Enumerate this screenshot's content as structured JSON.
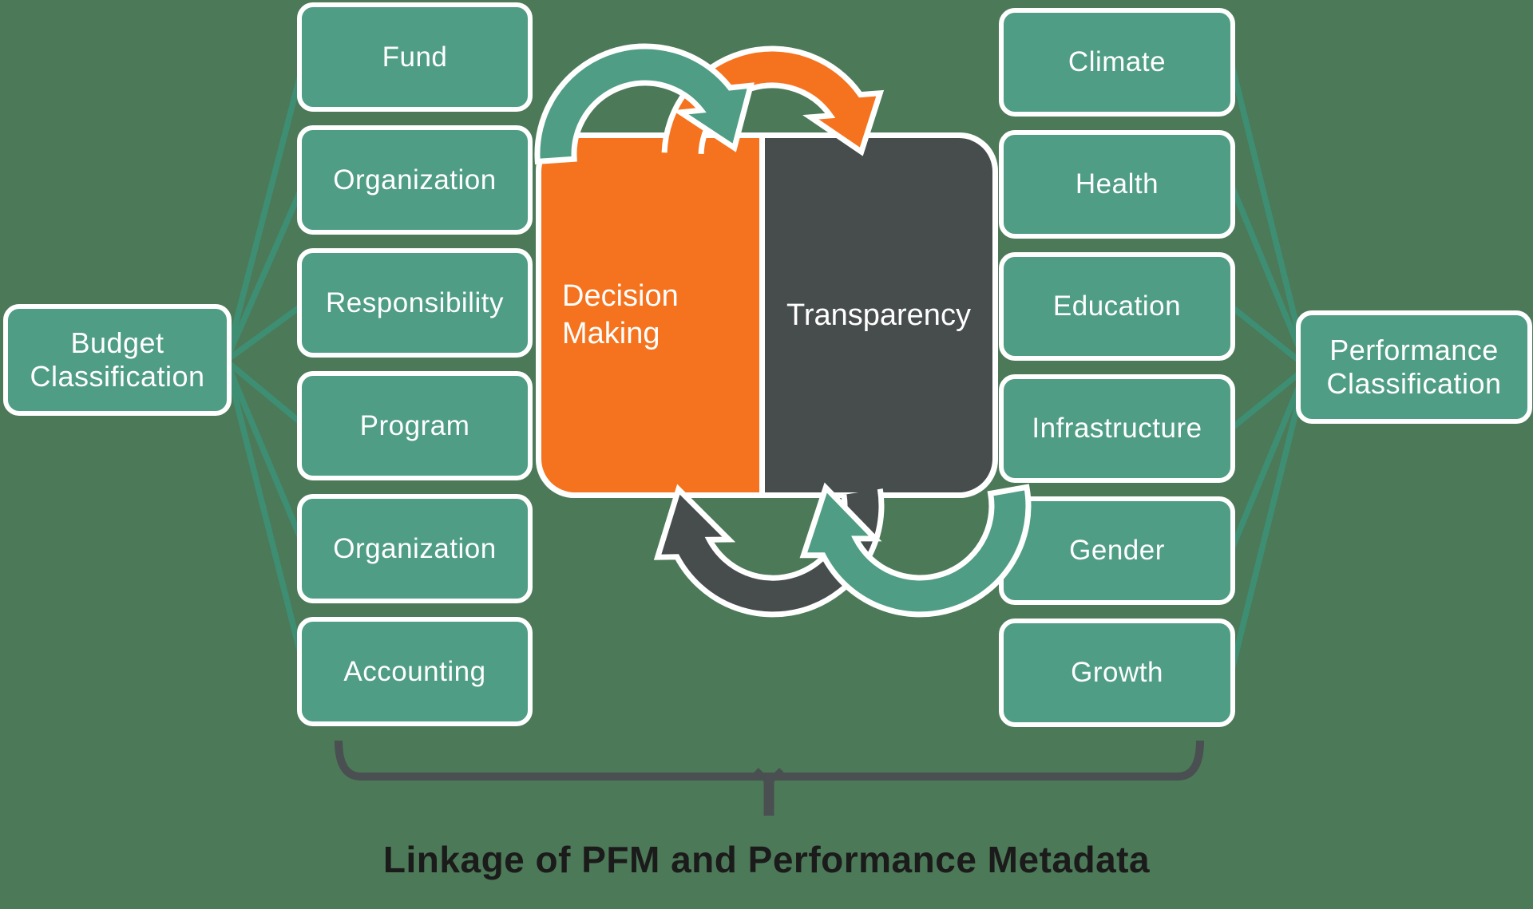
{
  "caption": "Linkage of PFM and Performance Metadata",
  "budget": {
    "label": "Budget Classification"
  },
  "performance": {
    "label": "Performance Classification"
  },
  "pfm_items": [
    "Fund",
    "Organization",
    "Responsibility",
    "Program",
    "Organization",
    "Accounting"
  ],
  "performance_items": [
    "Climate",
    "Health",
    "Education",
    "Infrastructure",
    "Gender",
    "Growth"
  ],
  "cycle": {
    "decision": "Decision Making",
    "transparency": "Transparency"
  },
  "colors": {
    "background": "#4C7957",
    "box_teal": "#4F9D84",
    "connector_teal": "#3E8E74",
    "decision_orange": "#F5731E",
    "transparency_slate": "#474C4D",
    "bracket_gray": "#4A4F51",
    "caption_text": "#1B1B1B",
    "outline_white": "#FFFFFF"
  }
}
